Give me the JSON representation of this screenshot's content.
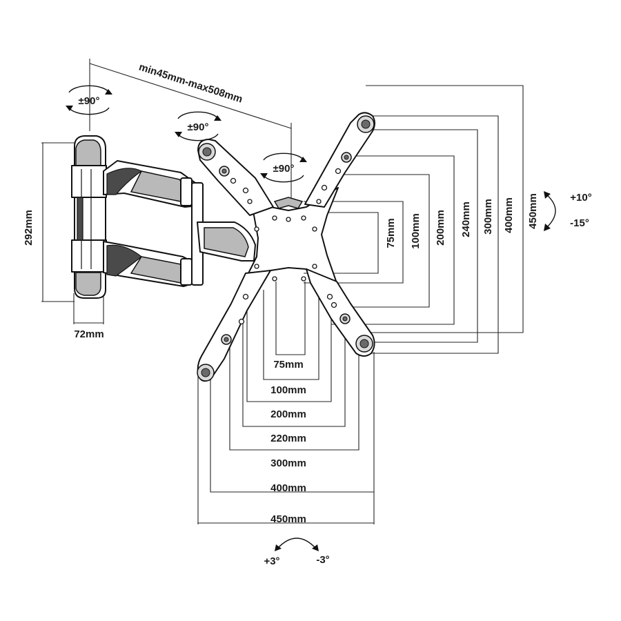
{
  "rotation_labels": {
    "wall_plate": "±90°",
    "arm_joint": "±90°",
    "vesa_head": "±90°"
  },
  "arm_extension": "min45mm-max508mm",
  "wall_plate_height": "292mm",
  "wall_plate_depth": "72mm",
  "vertical_dims": [
    "75mm",
    "100mm",
    "200mm",
    "240mm",
    "300mm",
    "400mm",
    "450mm"
  ],
  "horizontal_dims": [
    "75mm",
    "100mm",
    "200mm",
    "220mm",
    "300mm",
    "400mm",
    "450mm"
  ],
  "tilt": {
    "up": "+10°",
    "down": "-15°"
  },
  "swivel": {
    "left": "+3°",
    "right": "-3°"
  }
}
